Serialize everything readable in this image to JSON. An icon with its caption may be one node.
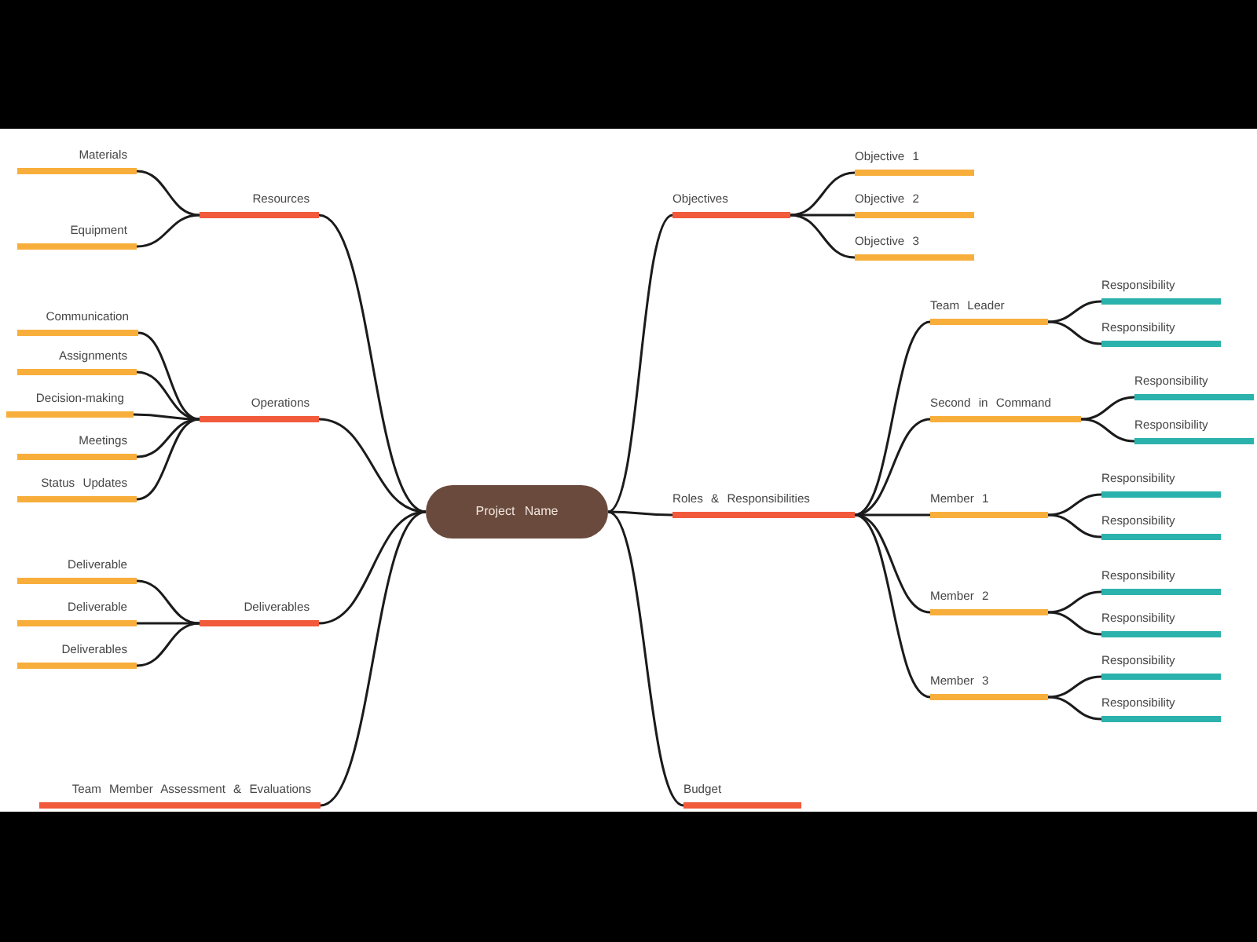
{
  "diagram": {
    "nodes": [
      {
        "text": [
          "Project Name"
        ]
      },
      {
        "text": [
          "Resources"
        ]
      },
      {
        "text": [
          "Materials"
        ]
      },
      {
        "text": [
          "Equipment"
        ]
      },
      {
        "text": [
          "Operations"
        ]
      },
      {
        "text": [
          "Communication"
        ]
      },
      {
        "text": [
          "Assignments"
        ]
      },
      {
        "text": [
          "Decision-making"
        ]
      },
      {
        "text": [
          "Meetings"
        ]
      },
      {
        "text": [
          "Status Updates"
        ]
      },
      {
        "text": [
          "Deliverables"
        ]
      },
      {
        "text": [
          "Deliverable"
        ]
      },
      {
        "text": [
          "Deliverable"
        ]
      },
      {
        "text": [
          "Deliverables"
        ]
      },
      {
        "text": [
          "Team Member Assessment & Evaluations"
        ]
      },
      {
        "text": [
          "Objectives"
        ]
      },
      {
        "text": [
          "Objective 1"
        ]
      },
      {
        "text": [
          "Objective 2"
        ]
      },
      {
        "text": [
          "Objective 3"
        ]
      },
      {
        "text": [
          "Roles & Responsibilities"
        ]
      },
      {
        "text": [
          "Team Leader"
        ]
      },
      {
        "text": [
          "Responsibility"
        ]
      },
      {
        "text": [
          "Responsibility"
        ]
      },
      {
        "text": [
          "Second in Command"
        ]
      },
      {
        "text": [
          "Responsibility"
        ]
      },
      {
        "text": [
          "Responsibility"
        ]
      },
      {
        "text": [
          "Member 1"
        ]
      },
      {
        "text": [
          "Responsibility"
        ]
      },
      {
        "text": [
          "Responsibility"
        ]
      },
      {
        "text": [
          "Member 2"
        ]
      },
      {
        "text": [
          "Responsibility"
        ]
      },
      {
        "text": [
          "Responsibility"
        ]
      },
      {
        "text": [
          "Member 3"
        ]
      },
      {
        "text": [
          "Responsibility"
        ]
      },
      {
        "text": [
          "Responsibility"
        ]
      },
      {
        "text": [
          "Budget"
        ]
      }
    ],
    "edges": [
      {
        "from": 0,
        "to": 1,
        "arrow": "none"
      },
      {
        "from": 1,
        "to": 2,
        "arrow": "none"
      },
      {
        "from": 1,
        "to": 3,
        "arrow": "none"
      },
      {
        "from": 0,
        "to": 4,
        "arrow": "none"
      },
      {
        "from": 4,
        "to": 5,
        "arrow": "none"
      },
      {
        "from": 4,
        "to": 6,
        "arrow": "none"
      },
      {
        "from": 4,
        "to": 7,
        "arrow": "none"
      },
      {
        "from": 4,
        "to": 8,
        "arrow": "none"
      },
      {
        "from": 4,
        "to": 9,
        "arrow": "none"
      },
      {
        "from": 0,
        "to": 10,
        "arrow": "none"
      },
      {
        "from": 10,
        "to": 11,
        "arrow": "none"
      },
      {
        "from": 10,
        "to": 12,
        "arrow": "none"
      },
      {
        "from": 10,
        "to": 13,
        "arrow": "none"
      },
      {
        "from": 0,
        "to": 14,
        "arrow": "none"
      },
      {
        "from": 0,
        "to": 15,
        "arrow": "none"
      },
      {
        "from": 15,
        "to": 16,
        "arrow": "none"
      },
      {
        "from": 15,
        "to": 17,
        "arrow": "none"
      },
      {
        "from": 15,
        "to": 18,
        "arrow": "none"
      },
      {
        "from": 0,
        "to": 19,
        "arrow": "none"
      },
      {
        "from": 19,
        "to": 20,
        "arrow": "none"
      },
      {
        "from": 20,
        "to": 21,
        "arrow": "none"
      },
      {
        "from": 20,
        "to": 22,
        "arrow": "none"
      },
      {
        "from": 19,
        "to": 23,
        "arrow": "none"
      },
      {
        "from": 23,
        "to": 24,
        "arrow": "none"
      },
      {
        "from": 23,
        "to": 25,
        "arrow": "none"
      },
      {
        "from": 19,
        "to": 26,
        "arrow": "none"
      },
      {
        "from": 26,
        "to": 27,
        "arrow": "none"
      },
      {
        "from": 26,
        "to": 28,
        "arrow": "none"
      },
      {
        "from": 19,
        "to": 29,
        "arrow": "none"
      },
      {
        "from": 29,
        "to": 30,
        "arrow": "none"
      },
      {
        "from": 29,
        "to": 31,
        "arrow": "none"
      },
      {
        "from": 19,
        "to": 32,
        "arrow": "none"
      },
      {
        "from": 32,
        "to": 33,
        "arrow": "none"
      },
      {
        "from": 32,
        "to": 34,
        "arrow": "none"
      },
      {
        "from": 0,
        "to": 35,
        "arrow": "none"
      }
    ]
  }
}
